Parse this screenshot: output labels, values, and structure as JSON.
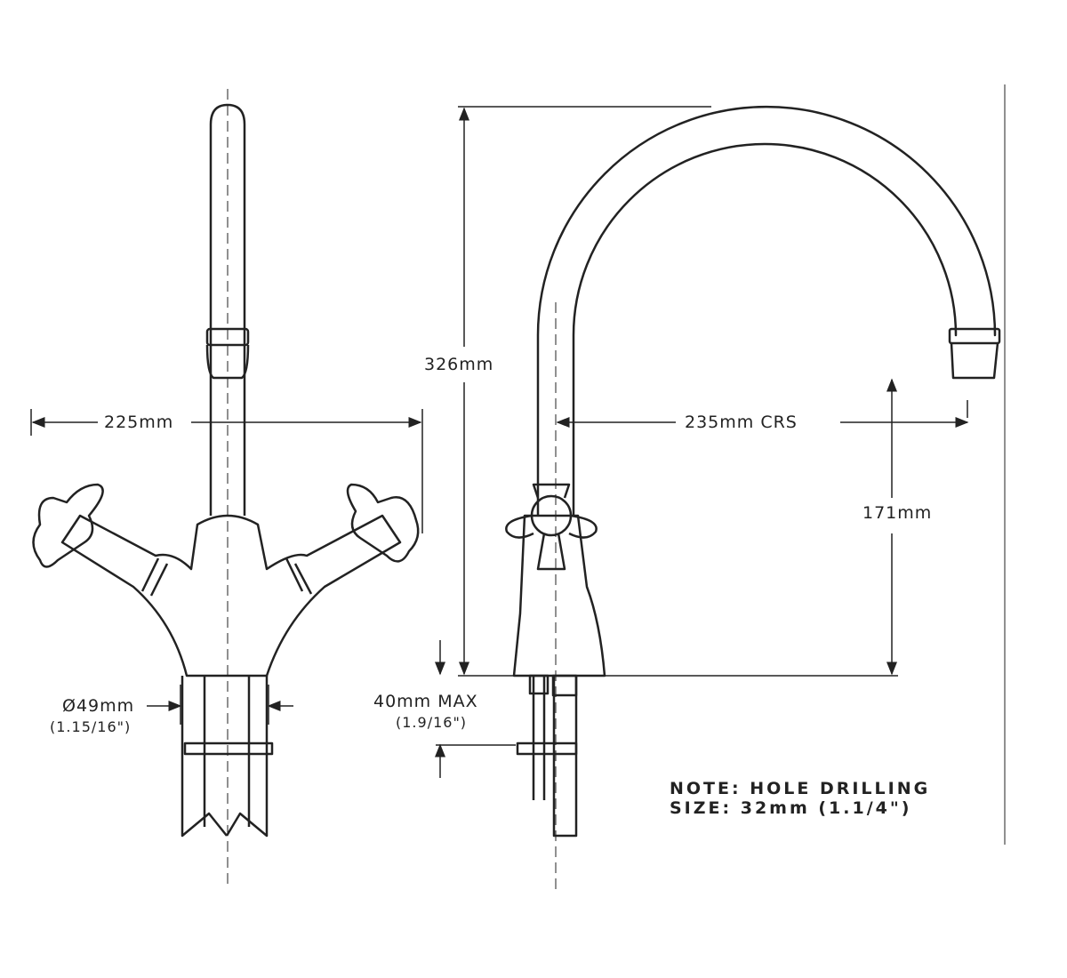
{
  "dimensions": {
    "overall_width": "225mm",
    "overall_height": "326mm",
    "spout_reach": "235mm CRS",
    "spout_height": "171mm",
    "shank_diameter": "Ø49mm",
    "shank_diameter_imperial": "(1.15/16\")",
    "deck_thickness": "40mm MAX",
    "deck_thickness_imperial": "(1.9/16\")"
  },
  "note": {
    "line1": "NOTE: HOLE DRILLING",
    "line2": "SIZE: 32mm (1.1/4\")"
  }
}
